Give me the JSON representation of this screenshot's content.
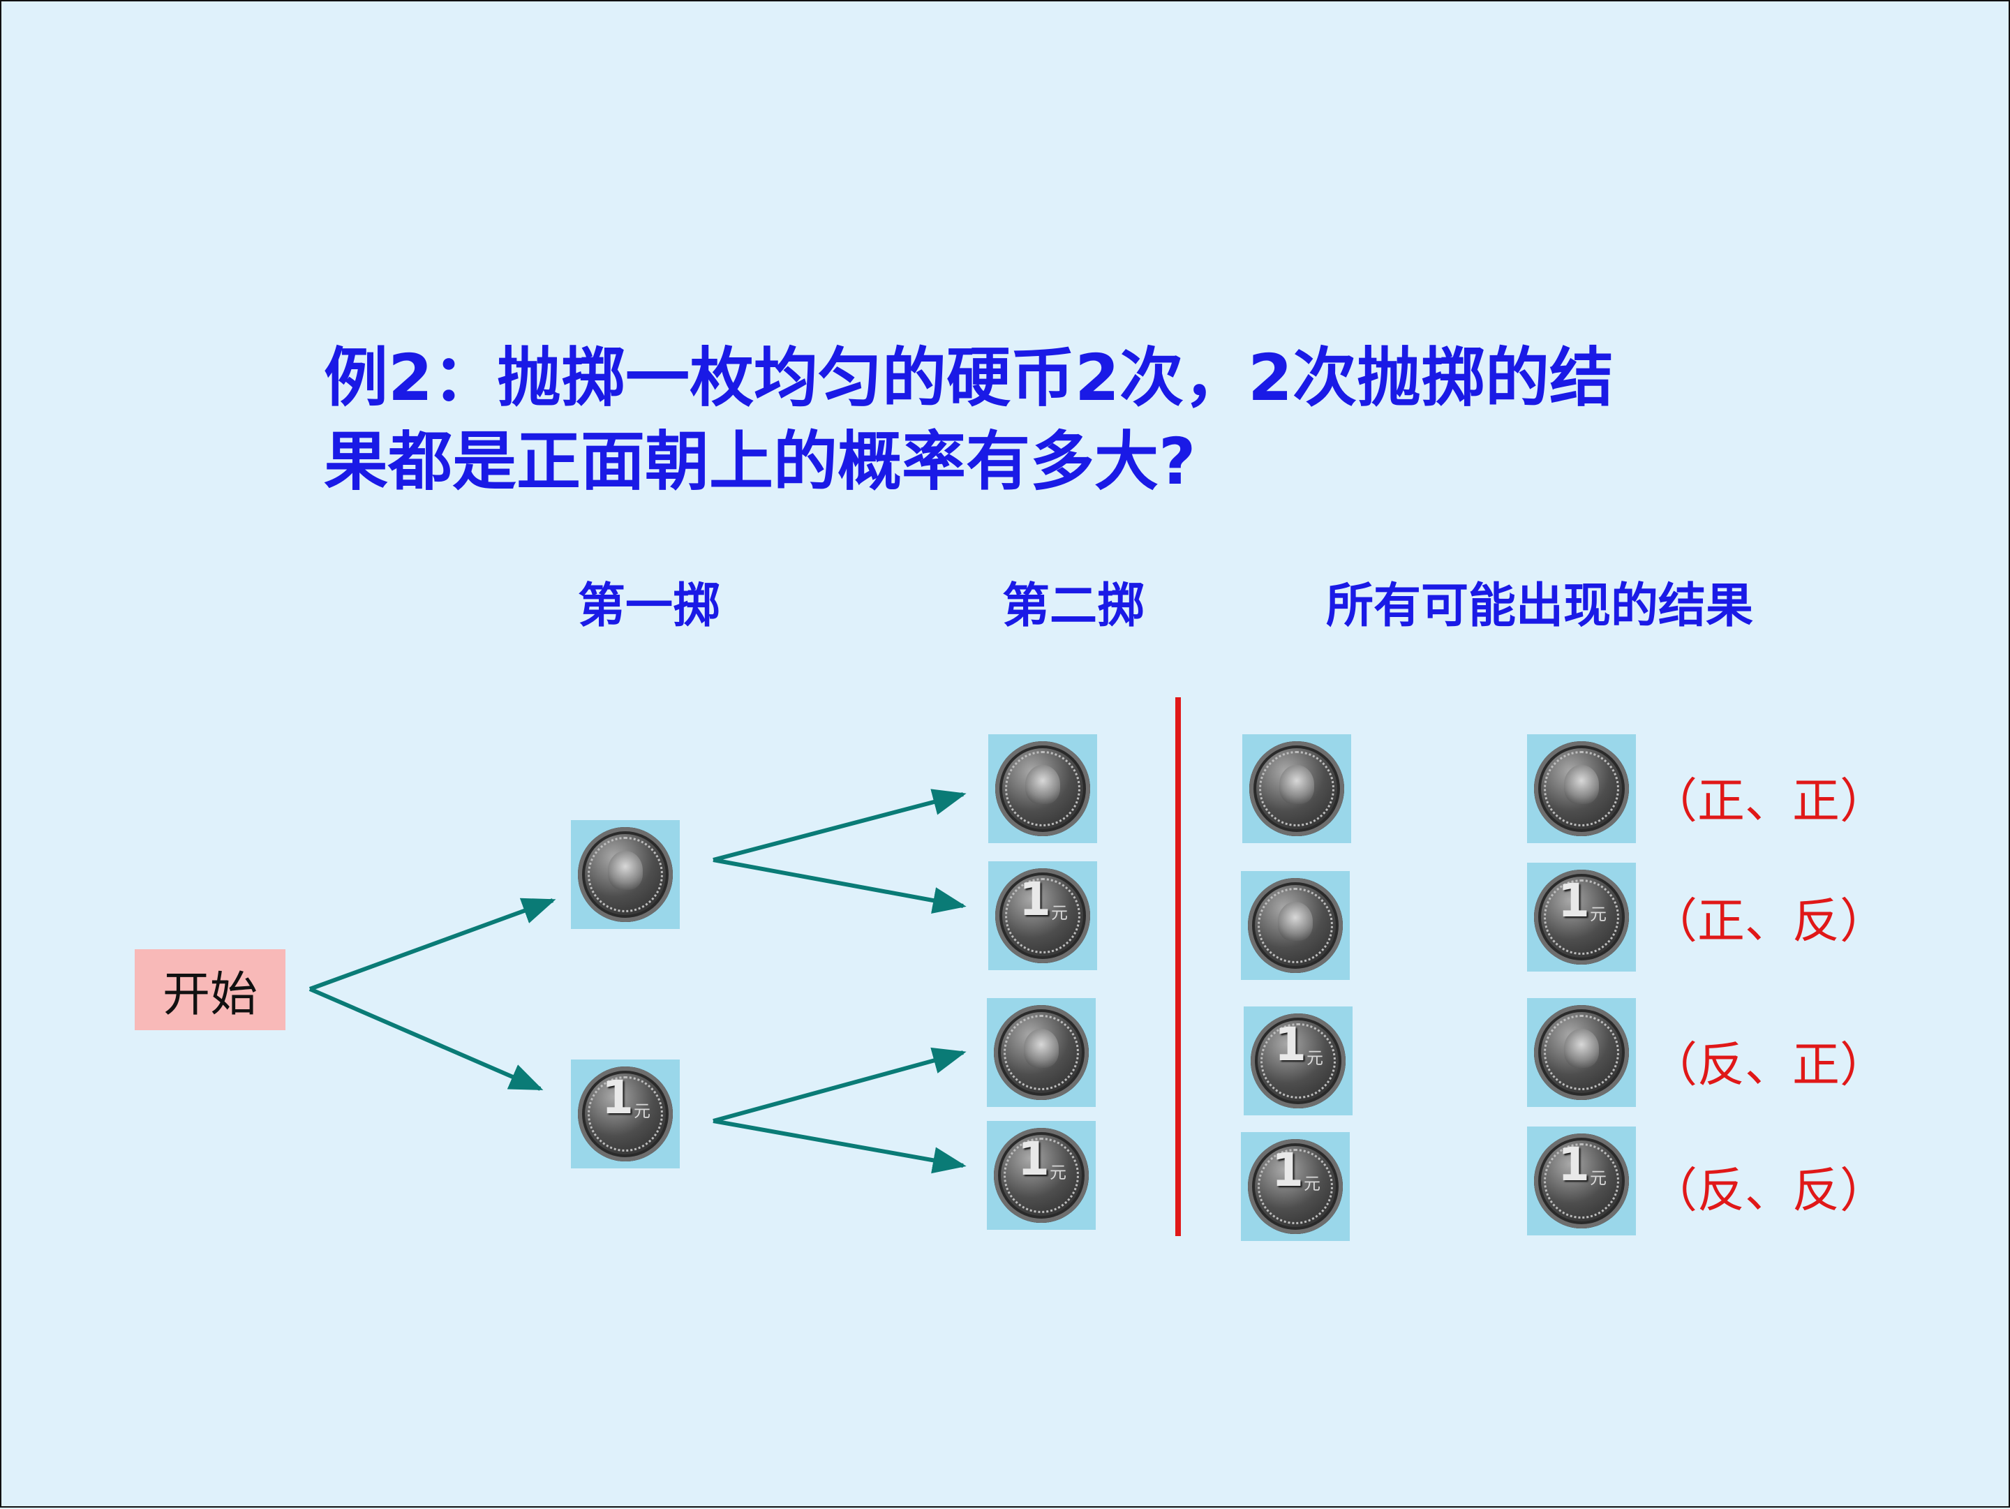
{
  "question": {
    "line1": "例2：抛掷一枚均匀的硬币2次，2次抛掷的结",
    "line2": "果都是正面朝上的概率有多大?"
  },
  "headers": {
    "first_toss": "第一掷",
    "second_toss": "第二掷",
    "all_outcomes": "所有可能出现的结果"
  },
  "start_label": "开始",
  "coin_face_text": {
    "numeral": "1",
    "unit": "元"
  },
  "tree": {
    "first_toss": [
      "heads",
      "tails"
    ],
    "second_toss": [
      "heads",
      "tails",
      "heads",
      "tails"
    ]
  },
  "outcome_coins": [
    [
      "heads",
      "heads"
    ],
    [
      "heads",
      "tails"
    ],
    [
      "tails",
      "heads"
    ],
    [
      "tails",
      "tails"
    ]
  ],
  "results": [
    "（正、正）",
    "（正、反）",
    "（反、正）",
    "（反、反）"
  ],
  "colors": {
    "background": "#dff1fb",
    "question_text": "#1a1ae6",
    "result_text": "#e01818",
    "arrow": "#0a7b76",
    "start_box": "#f8b9b8",
    "coin_tile": "#9ad7ea",
    "divider": "#e01818"
  }
}
